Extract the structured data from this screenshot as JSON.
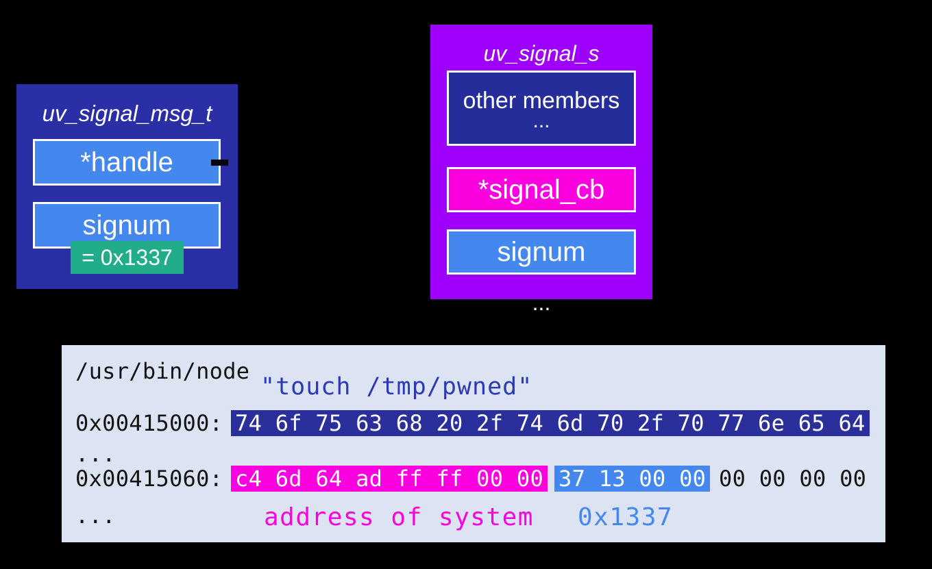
{
  "diagram": {
    "msg_struct": {
      "title": "uv_signal_msg_t",
      "handle_field": "*handle",
      "signum_field": "signum",
      "signum_value": "= 0x1337"
    },
    "signal_struct": {
      "title": "uv_signal_s",
      "other_members_label": "other members",
      "other_members_ellipsis": "...",
      "signal_cb_field": "*signal_cb",
      "signum_field": "signum",
      "trailing_ellipsis": "..."
    }
  },
  "memory_dump": {
    "binary_path": "/usr/bin/node",
    "command_string": "\"touch /tmp/pwned\"",
    "row1": {
      "address": "0x00415000:",
      "bytes_command": "74 6f 75 63 68 20 2f 74 6d 70 2f 70 77 6e 65 64"
    },
    "ellipsis1": "...",
    "row2": {
      "address": "0x00415060:",
      "bytes_system_address": "c4 6d 64 ad ff ff 00 00",
      "bytes_signum": "37 13 00 00",
      "bytes_padding": "00 00 00 00"
    },
    "ellipsis2": "...",
    "annotation_system": "address of system",
    "annotation_signum": "0x1337"
  },
  "colors": {
    "background": "#000000",
    "struct_navy": "#2A2FA5",
    "member_navy": "#242D99",
    "field_blue": "#4387EF",
    "struct_purple": "#9D00FB",
    "magenta": "#FA00DE",
    "teal": "#21AC8A",
    "panel_background": "#DCE3F2",
    "hex_highlight_navy": "#2B2F9C",
    "command_text_blue": "#2B3AB2",
    "text_black": "#141414",
    "text_white": "#FFFFFF"
  }
}
